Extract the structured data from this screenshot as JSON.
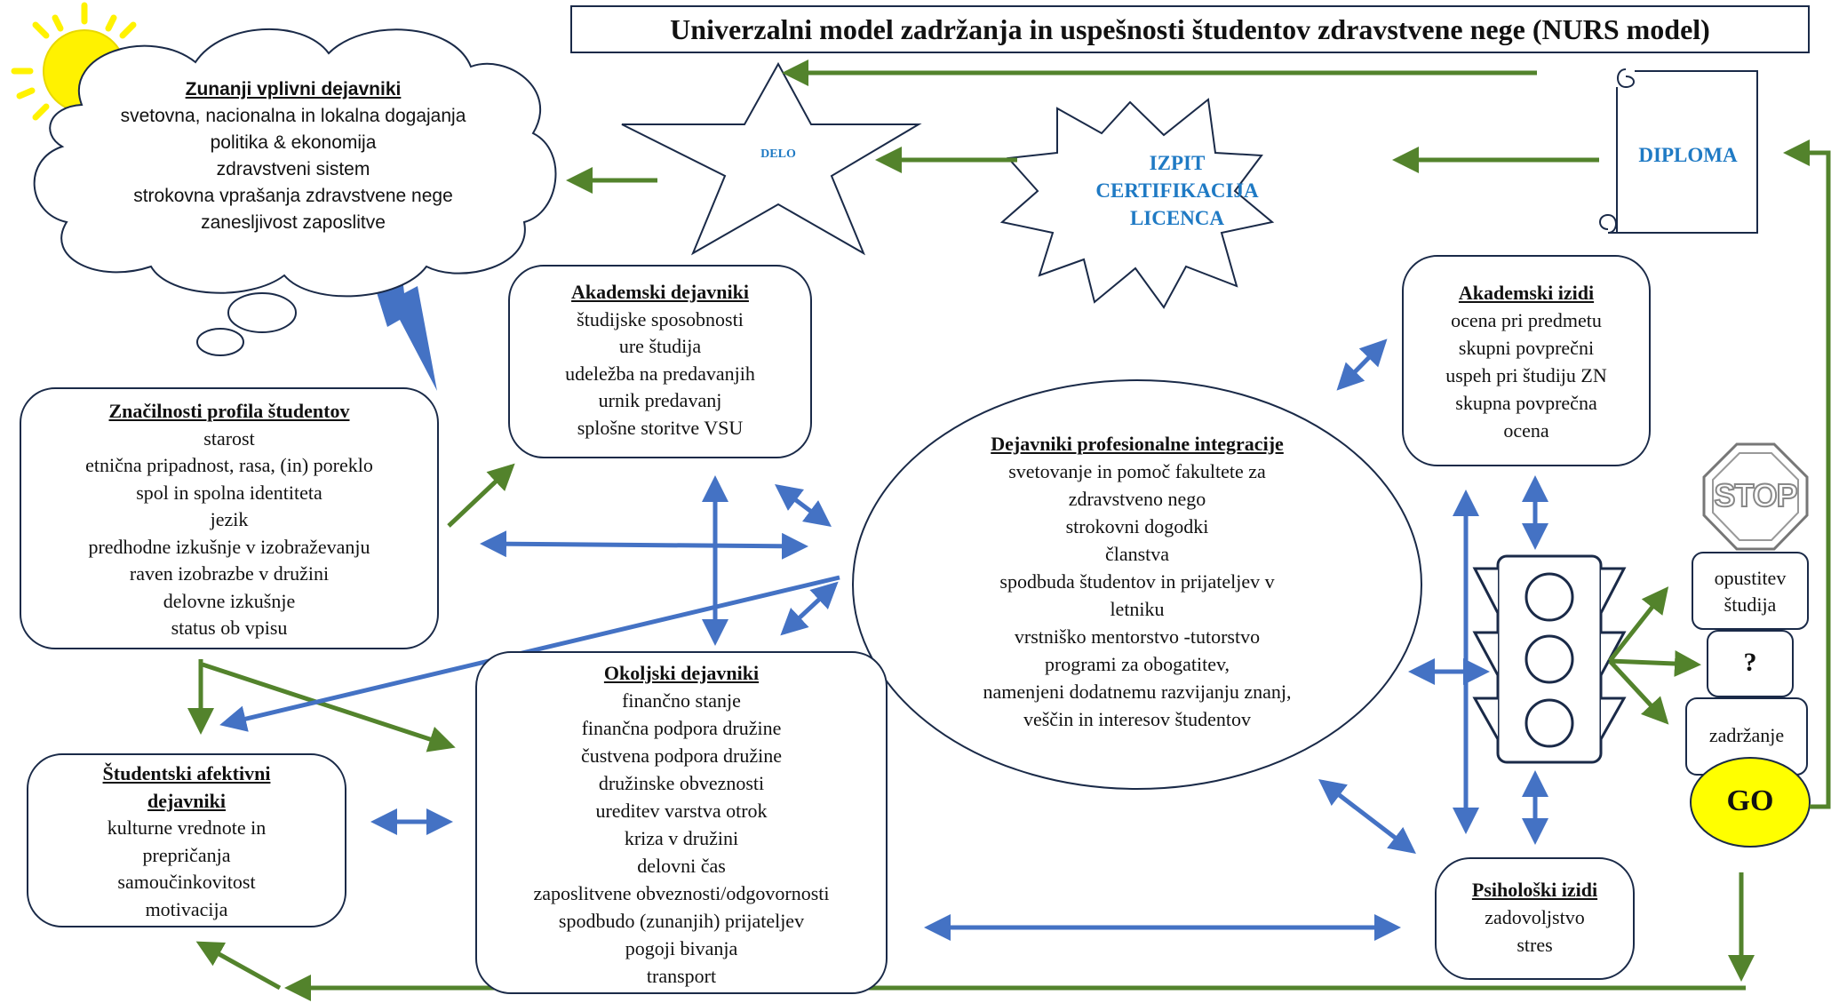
{
  "title": "Univerzalni model zadržanja in uspešnosti študentov zdravstvene nege (NURS model)",
  "cloud": {
    "heading": "Zunanji vplivni dejavniki",
    "items": [
      "svetovna, nacionalna in lokalna dogajanja",
      "politika & ekonomija",
      "zdravstveni sistem",
      "strokovna vprašanja zdravstvene nege",
      "zanesljivost zaposlitve"
    ]
  },
  "star_label": "DELO",
  "burst_lines": [
    "IZPIT",
    "CERTIFIKACIJA",
    "LICENCA"
  ],
  "diploma_label": "DIPLOMA",
  "profile": {
    "heading": "Značilnosti profila študentov",
    "items": [
      "starost",
      "etnična pripadnost, rasa, (in) poreklo",
      "spol in spolna identiteta",
      "jezik",
      "predhodne izkušnje v izobraževanju",
      "raven izobrazbe v družini",
      "delovne izkušnje",
      "status ob vpisu"
    ]
  },
  "academic_factors": {
    "heading": "Akademski dejavniki",
    "items": [
      "študijske sposobnosti",
      "ure študija",
      "udeležba na predavanjih",
      "urnik predavanj",
      "splošne storitve VSU"
    ]
  },
  "integration": {
    "heading": "Dejavniki profesionalne integracije",
    "items": [
      "svetovanje in pomoč fakultete za",
      "zdravstveno nego",
      "strokovni dogodki",
      "članstva",
      "spodbuda študentov in prijateljev v",
      "letniku",
      "vrstniško mentorstvo -tutorstvo",
      "programi za obogatitev,",
      "namenjeni dodatnemu razvijanju znanj,",
      "veščin in interesov študentov"
    ]
  },
  "academic_outcomes": {
    "heading": "Akademski izidi",
    "items": [
      "ocena pri predmetu",
      "skupni povprečni",
      "uspeh pri študiju ZN",
      "skupna povprečna",
      "ocena"
    ]
  },
  "affective": {
    "heading_lines": [
      "Študentski afektivni",
      "dejavniki"
    ],
    "items": [
      "kulturne vrednote in",
      "prepričanja",
      "samoučinkovitost",
      "motivacija"
    ]
  },
  "environmental": {
    "heading": "Okoljski dejavniki",
    "items": [
      "finančno stanje",
      "finančna podpora družine",
      "čustvena podpora družine",
      "družinske obveznosti",
      "ureditev varstva otrok",
      "kriza v družini",
      "delovni čas",
      "zaposlitvene obveznosti/odgovornosti",
      "spodbudo (zunanjih) prijateljev",
      "pogoji bivanja",
      "transport"
    ]
  },
  "psych_outcomes": {
    "heading": "Psihološki izidi",
    "items": [
      "zadovoljstvo",
      "stres"
    ]
  },
  "stop_label": "STOP",
  "dropout_lines": [
    "opustitev",
    "študija"
  ],
  "question_mark": "?",
  "retention_label": "zadržanje",
  "go_label": "GO",
  "colors": {
    "green_arrow": "#53832c",
    "blue_arrow": "#4472c4",
    "sun": "#fff200",
    "go_fill": "#ffff00",
    "heading_blue": "#1f7ac4",
    "outline": "#1a2a48"
  }
}
